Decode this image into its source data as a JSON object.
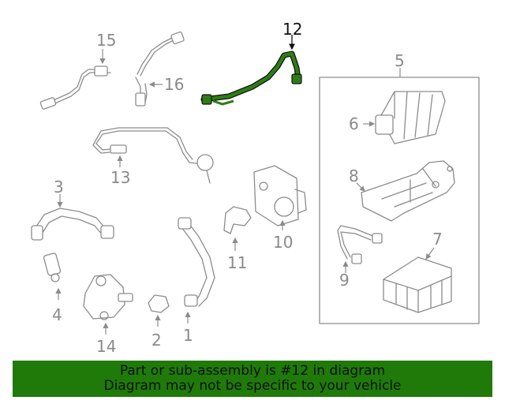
{
  "callouts": {
    "c1": "1",
    "c2": "2",
    "c3": "3",
    "c4": "4",
    "c5": "5",
    "c6": "6",
    "c7": "7",
    "c8": "8",
    "c9": "9",
    "c10": "10",
    "c11": "11",
    "c12": "12",
    "c13": "13",
    "c14": "14",
    "c15": "15",
    "c16": "16"
  },
  "highlighted_part": "12",
  "banner": {
    "line1": "Part or sub-assembly is #12 in diagram",
    "line2": "Diagram may not be specific to your vehicle"
  },
  "colors": {
    "highlight": "#2e7d14",
    "banner_bg": "#1f7a0a",
    "line_art": "#8c8c8c"
  }
}
